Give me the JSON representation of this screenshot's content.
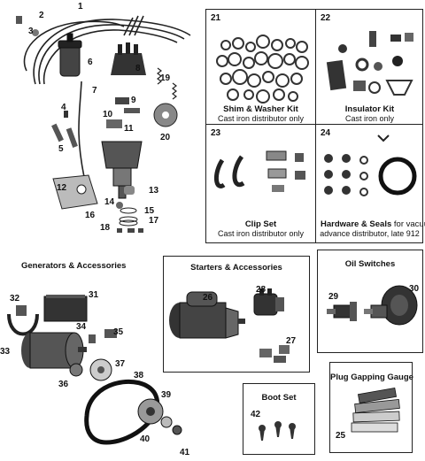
{
  "labels": {
    "n1": "1",
    "n2": "2",
    "n3": "3",
    "n4": "4",
    "n5": "5",
    "n6": "6",
    "n7": "7",
    "n8": "8",
    "n9": "9",
    "n10": "10",
    "n11": "11",
    "n12": "12",
    "n13": "13",
    "n14": "14",
    "n15": "15",
    "n16": "16",
    "n17": "17",
    "n18": "18",
    "n19": "19",
    "n20": "20"
  },
  "panels": {
    "p21": {
      "num": "21",
      "title": "Shim & Washer Kit",
      "sub": "Cast iron distributor only"
    },
    "p22": {
      "num": "22",
      "title": "Insulator Kit",
      "sub": "Cast iron only"
    },
    "p23": {
      "num": "23",
      "title": "Clip Set",
      "sub": "Cast iron distributor only"
    },
    "p24": {
      "num": "24",
      "title": "Hardware & Seals",
      "sub_inline": " for vacuum",
      "sub2": "advance distributor, late 912"
    }
  },
  "sections": {
    "generators": {
      "title": "Generators & Accessories",
      "labels": {
        "n31": "31",
        "n32": "32",
        "n33": "33",
        "n34": "34",
        "n35": "35",
        "n36": "36",
        "n37": "37",
        "n38": "38",
        "n39": "39",
        "n40": "40",
        "n41": "41"
      }
    },
    "starters": {
      "title": "Starters & Accessories",
      "labels": {
        "n26": "26",
        "n27": "27",
        "n28": "28"
      }
    },
    "oil": {
      "title": "Oil Switches",
      "labels": {
        "n29": "29",
        "n30": "30"
      }
    },
    "boot": {
      "title": "Boot Set",
      "labels": {
        "n42": "42"
      }
    },
    "gauge": {
      "title": "Plug Gapping Gauge",
      "labels": {
        "n25": "25"
      }
    }
  }
}
